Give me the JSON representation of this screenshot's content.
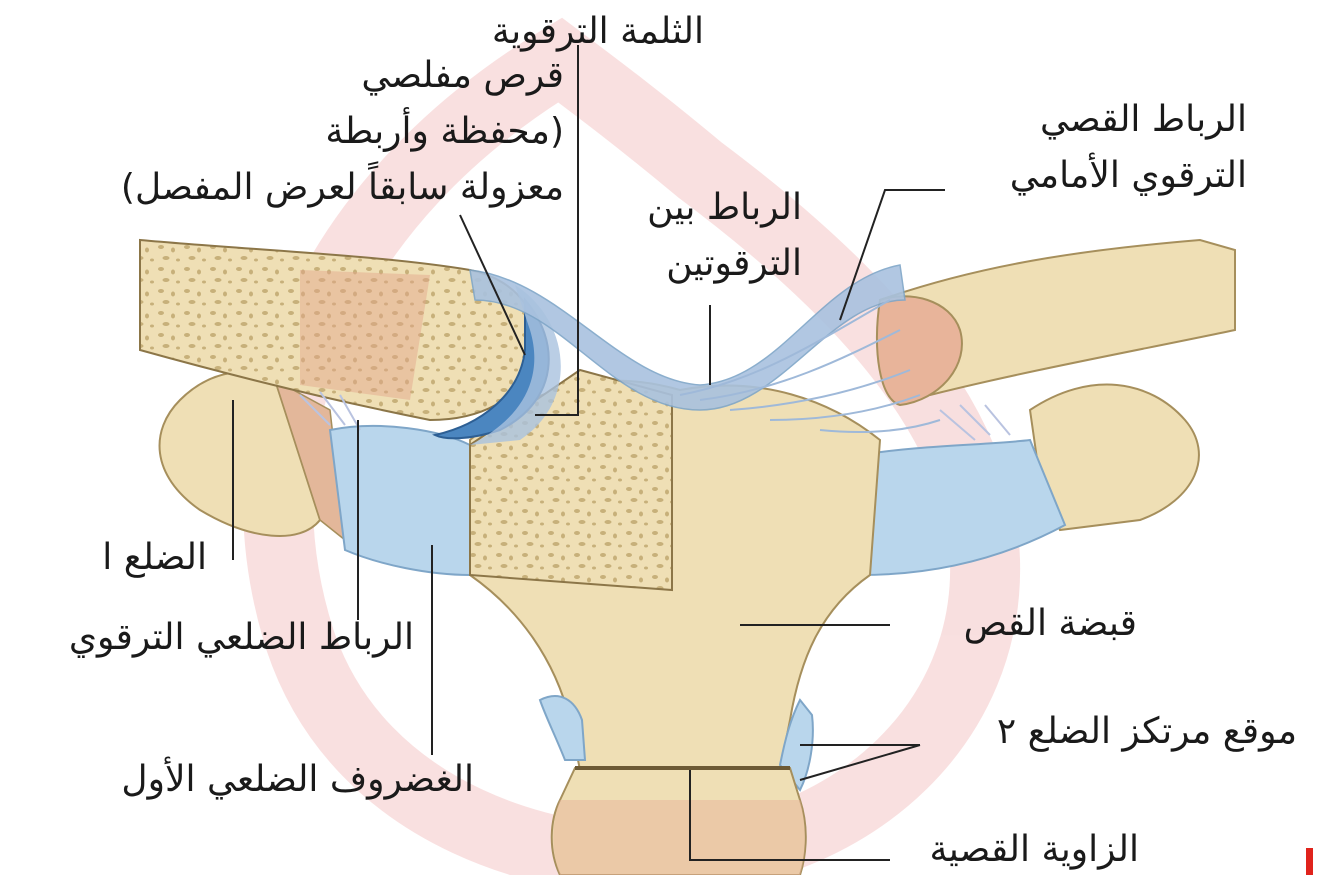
{
  "labels": {
    "clavicular_notch": "الثلمة الترقوية",
    "articular_disc": [
      "قرص مفلصي",
      "(محفظة وأربطة",
      "معزولة سابقاً لعرض المفصل)"
    ],
    "anterior_sternoclavicular_ligament": [
      "الرباط القصي",
      "الترقوي الأمامي"
    ],
    "interclavicular_ligament": [
      "الرباط بين",
      "الترقوتين"
    ],
    "rib_1": "الضلع ا",
    "costoclavicular_ligament": "الرباط الضلعي الترقوي",
    "first_costal_cartilage": "الغضروف الضلعي الأول",
    "manubrium": "قبضة القص",
    "rib_2_articulation": "موقع مرتكز الضلع ٢",
    "sternal_angle": "الزاوية القصية"
  },
  "colors": {
    "bone": "#efdfb5",
    "bone_edge": "#a68f5c",
    "cartilage": "#b9d6ec",
    "ligament": "#a9c2df",
    "disc": "#4b86c0",
    "leader": "#222222",
    "watermark": "#f4c6c6"
  }
}
